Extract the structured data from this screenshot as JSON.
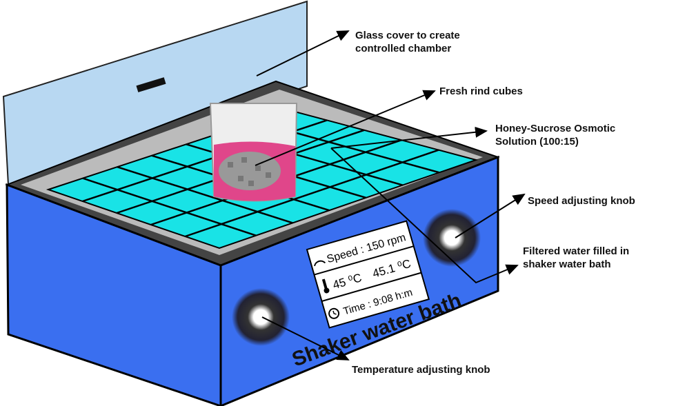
{
  "labels": {
    "glass_cover": "Glass cover to create controlled chamber",
    "rind_cubes": "Fresh rind cubes",
    "solution": "Honey-Sucrose Osmotic Solution (100:15)",
    "speed_knob": "Speed adjusting knob",
    "water": "Filtered water filled  in shaker water bath",
    "temp_knob": "Temperature adjusting knob"
  },
  "device_name": "Shaker water bath",
  "display": {
    "speed": "Speed : 150 rpm",
    "temp_set": "45 ⁰C",
    "temp_actual": "45.1 ⁰C",
    "time": "Time : 9:08 h:m"
  },
  "colors": {
    "body": "#3a6ff0",
    "water": "#19e3e6",
    "glass": "#b8d8f2",
    "solution": "#e0468a"
  }
}
